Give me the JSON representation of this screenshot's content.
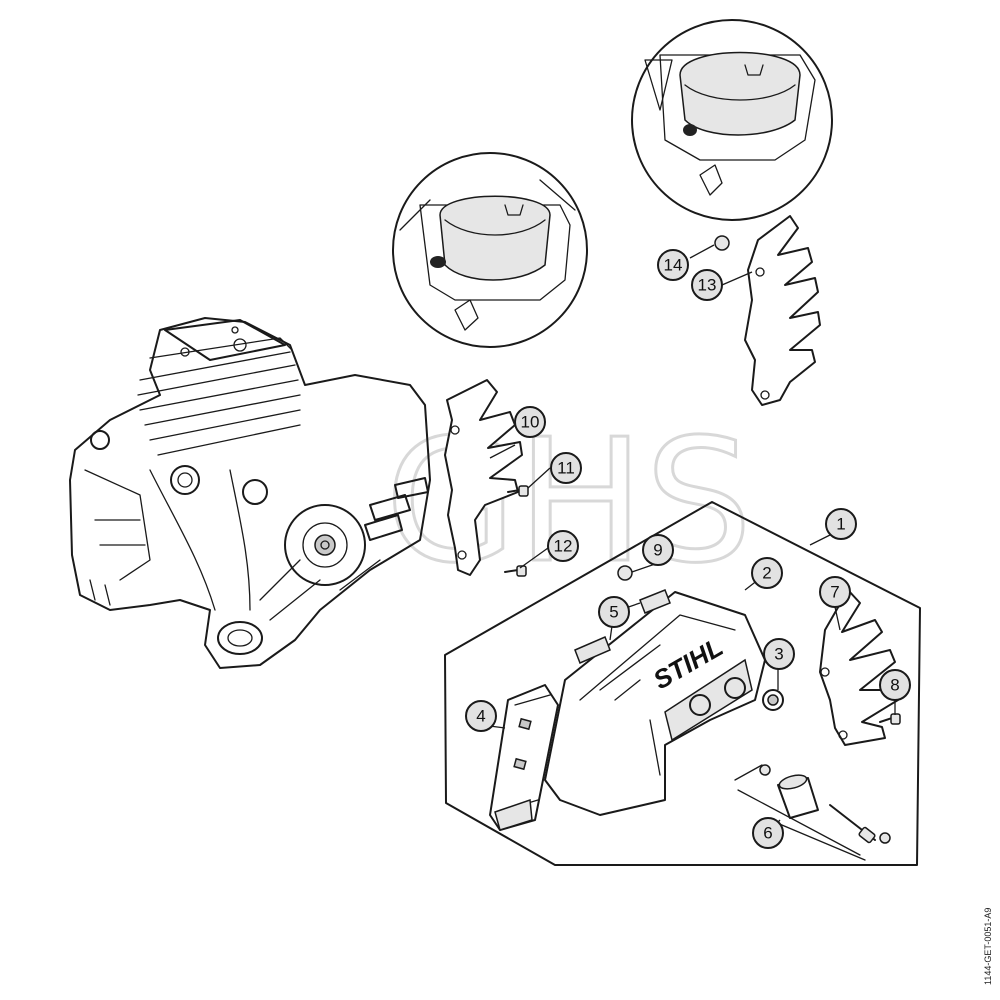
{
  "watermark": "GHS",
  "brand_logo": "STIHL",
  "reference_code": "1144-GET-0051-A9",
  "callouts": [
    {
      "id": "1",
      "label": "1"
    },
    {
      "id": "2",
      "label": "2"
    },
    {
      "id": "3",
      "label": "3"
    },
    {
      "id": "4",
      "label": "4"
    },
    {
      "id": "5",
      "label": "5"
    },
    {
      "id": "6",
      "label": "6"
    },
    {
      "id": "7",
      "label": "7"
    },
    {
      "id": "8",
      "label": "8"
    },
    {
      "id": "9",
      "label": "9"
    },
    {
      "id": "10",
      "label": "10"
    },
    {
      "id": "11",
      "label": "11"
    },
    {
      "id": "12",
      "label": "12"
    },
    {
      "id": "13",
      "label": "13"
    },
    {
      "id": "14",
      "label": "14"
    }
  ]
}
